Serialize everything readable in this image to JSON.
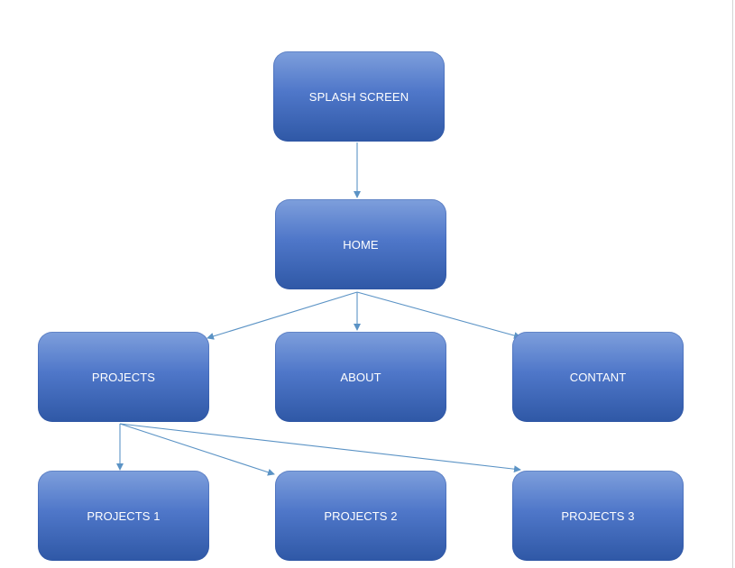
{
  "diagram": {
    "nodes": [
      {
        "id": "splash",
        "label": "SPLASH SCREEN"
      },
      {
        "id": "home",
        "label": "HOME"
      },
      {
        "id": "projects",
        "label": "PROJECTS"
      },
      {
        "id": "about",
        "label": "ABOUT"
      },
      {
        "id": "contant",
        "label": "CONTANT"
      },
      {
        "id": "projects1",
        "label": "PROJECTS 1"
      },
      {
        "id": "projects2",
        "label": "PROJECTS 2"
      },
      {
        "id": "projects3",
        "label": "PROJECTS 3"
      }
    ],
    "edges": [
      {
        "from": "splash",
        "to": "home"
      },
      {
        "from": "home",
        "to": "projects"
      },
      {
        "from": "home",
        "to": "about"
      },
      {
        "from": "home",
        "to": "contant"
      },
      {
        "from": "projects",
        "to": "projects1"
      },
      {
        "from": "projects",
        "to": "projects2"
      },
      {
        "from": "projects",
        "to": "projects3"
      }
    ],
    "colors": {
      "node_top": "#7e9fdc",
      "node_bottom": "#2f58a6",
      "node_text": "#ffffff",
      "connector": "#5b93c5"
    }
  }
}
